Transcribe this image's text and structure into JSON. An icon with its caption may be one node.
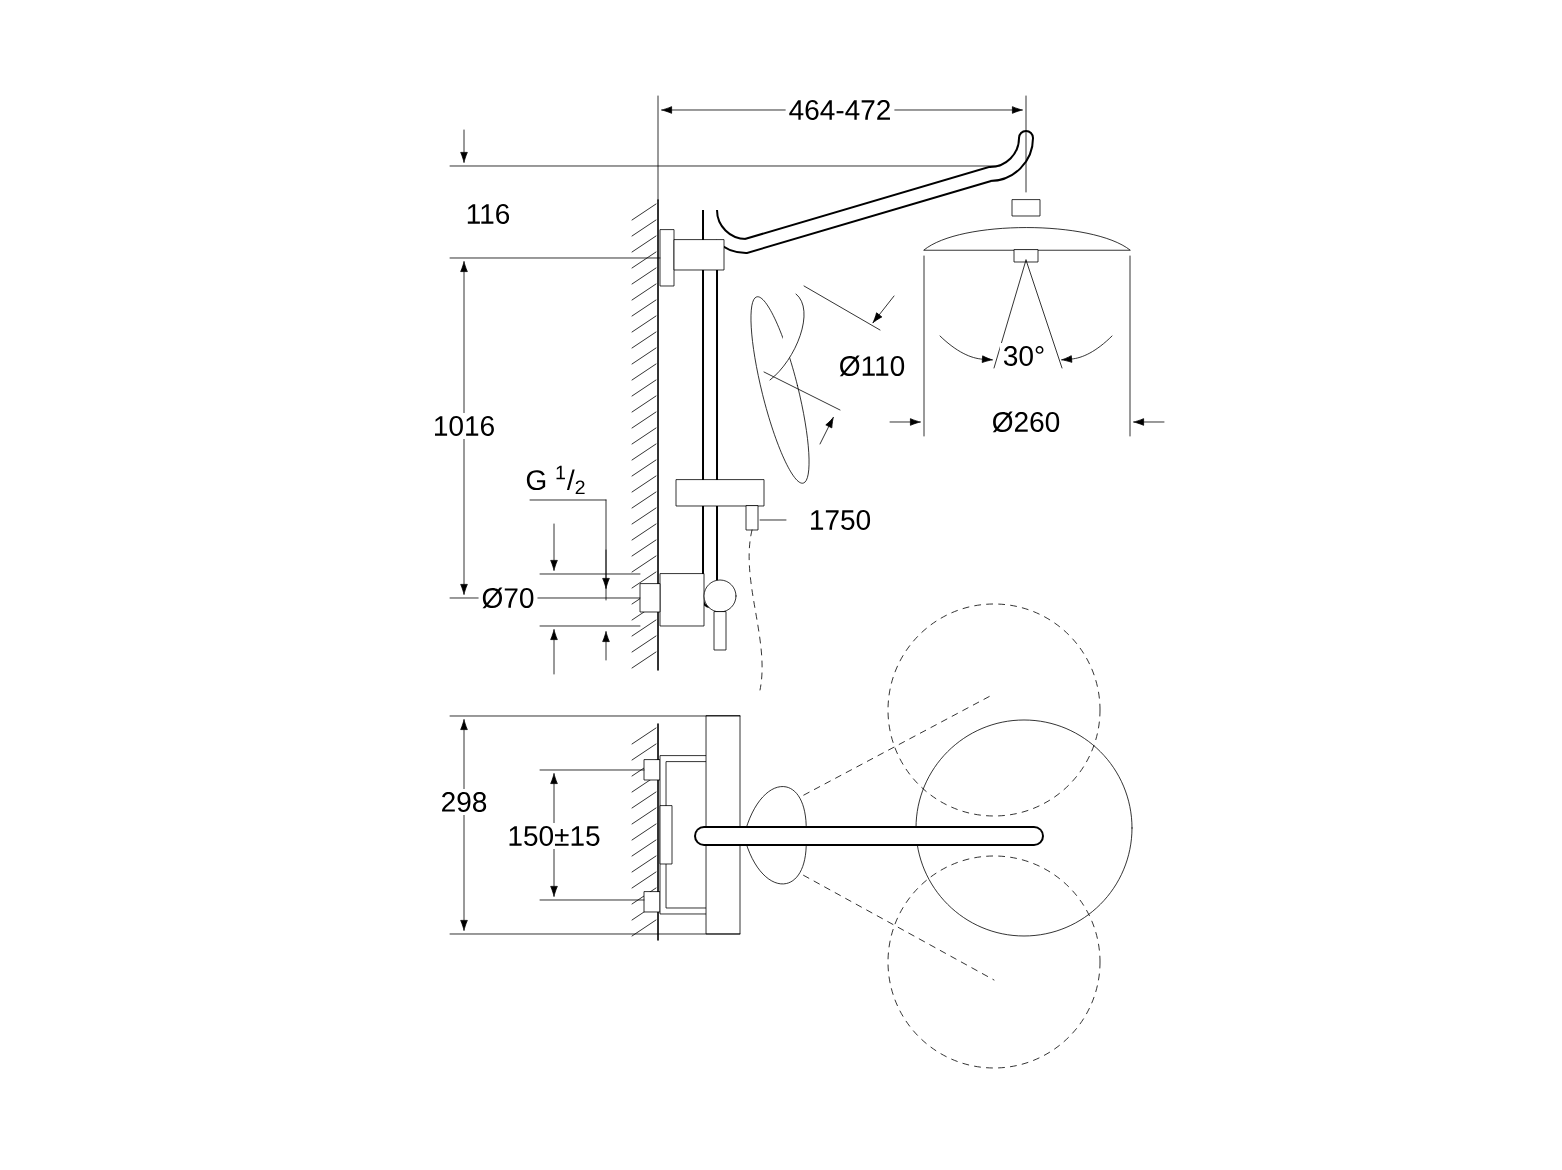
{
  "diagram": {
    "labels": [
      "464-472",
      "116",
      "Ø110",
      "30°",
      "Ø260",
      "1016",
      "G $^{1}$/$_{2}$",
      "1750",
      "Ø70",
      "298",
      "150±15"
    ]
  }
}
